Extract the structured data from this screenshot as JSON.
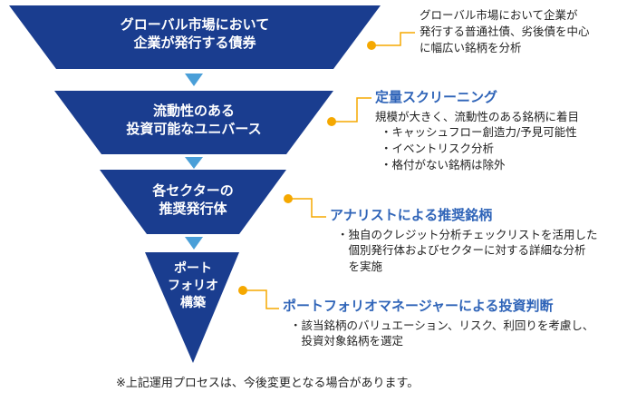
{
  "stages": [
    {
      "lines": [
        "グローバル市場において",
        "企業が発行する債券"
      ]
    },
    {
      "lines": [
        "流動性のある",
        "投資可能なユニバース"
      ]
    },
    {
      "lines": [
        "各セクターの",
        "推奨発行体"
      ]
    },
    {
      "lines": [
        "ポート",
        "フォリオ",
        "構築"
      ]
    }
  ],
  "annotations": [
    {
      "title": "",
      "lines": [
        "グローバル市場において企業が",
        "発行する普通社債、劣後債を中心",
        "に幅広い銘柄を分析"
      ]
    },
    {
      "title": "定量スクリーニング",
      "lines": [
        "規模が大きく、流動性のある銘柄に着目",
        "・キャッシュフロー創造力/予見可能性",
        "・イベントリスク分析",
        "・格付がない銘柄は除外"
      ]
    },
    {
      "title": "アナリストによる推奨銘柄",
      "lines": [
        "・独自のクレジット分析チェックリストを活用した",
        "　個別発行体およびセクターに対する詳細な分析",
        "　を実施"
      ]
    },
    {
      "title": "ポートフォリオマネージャーによる投資判断",
      "lines": [
        "・該当銘柄のバリュエーション、リスク、利回りを考慮し、",
        "　投資対象銘柄を選定"
      ]
    }
  ],
  "footnote": "※上記運用プロセスは、今後変更となる場合があります。",
  "colors": {
    "stage_fill": "#1a3d8f",
    "arrow_fill": "#4a9fd8",
    "connector": "#f5a800",
    "title": "#2f64b8"
  }
}
